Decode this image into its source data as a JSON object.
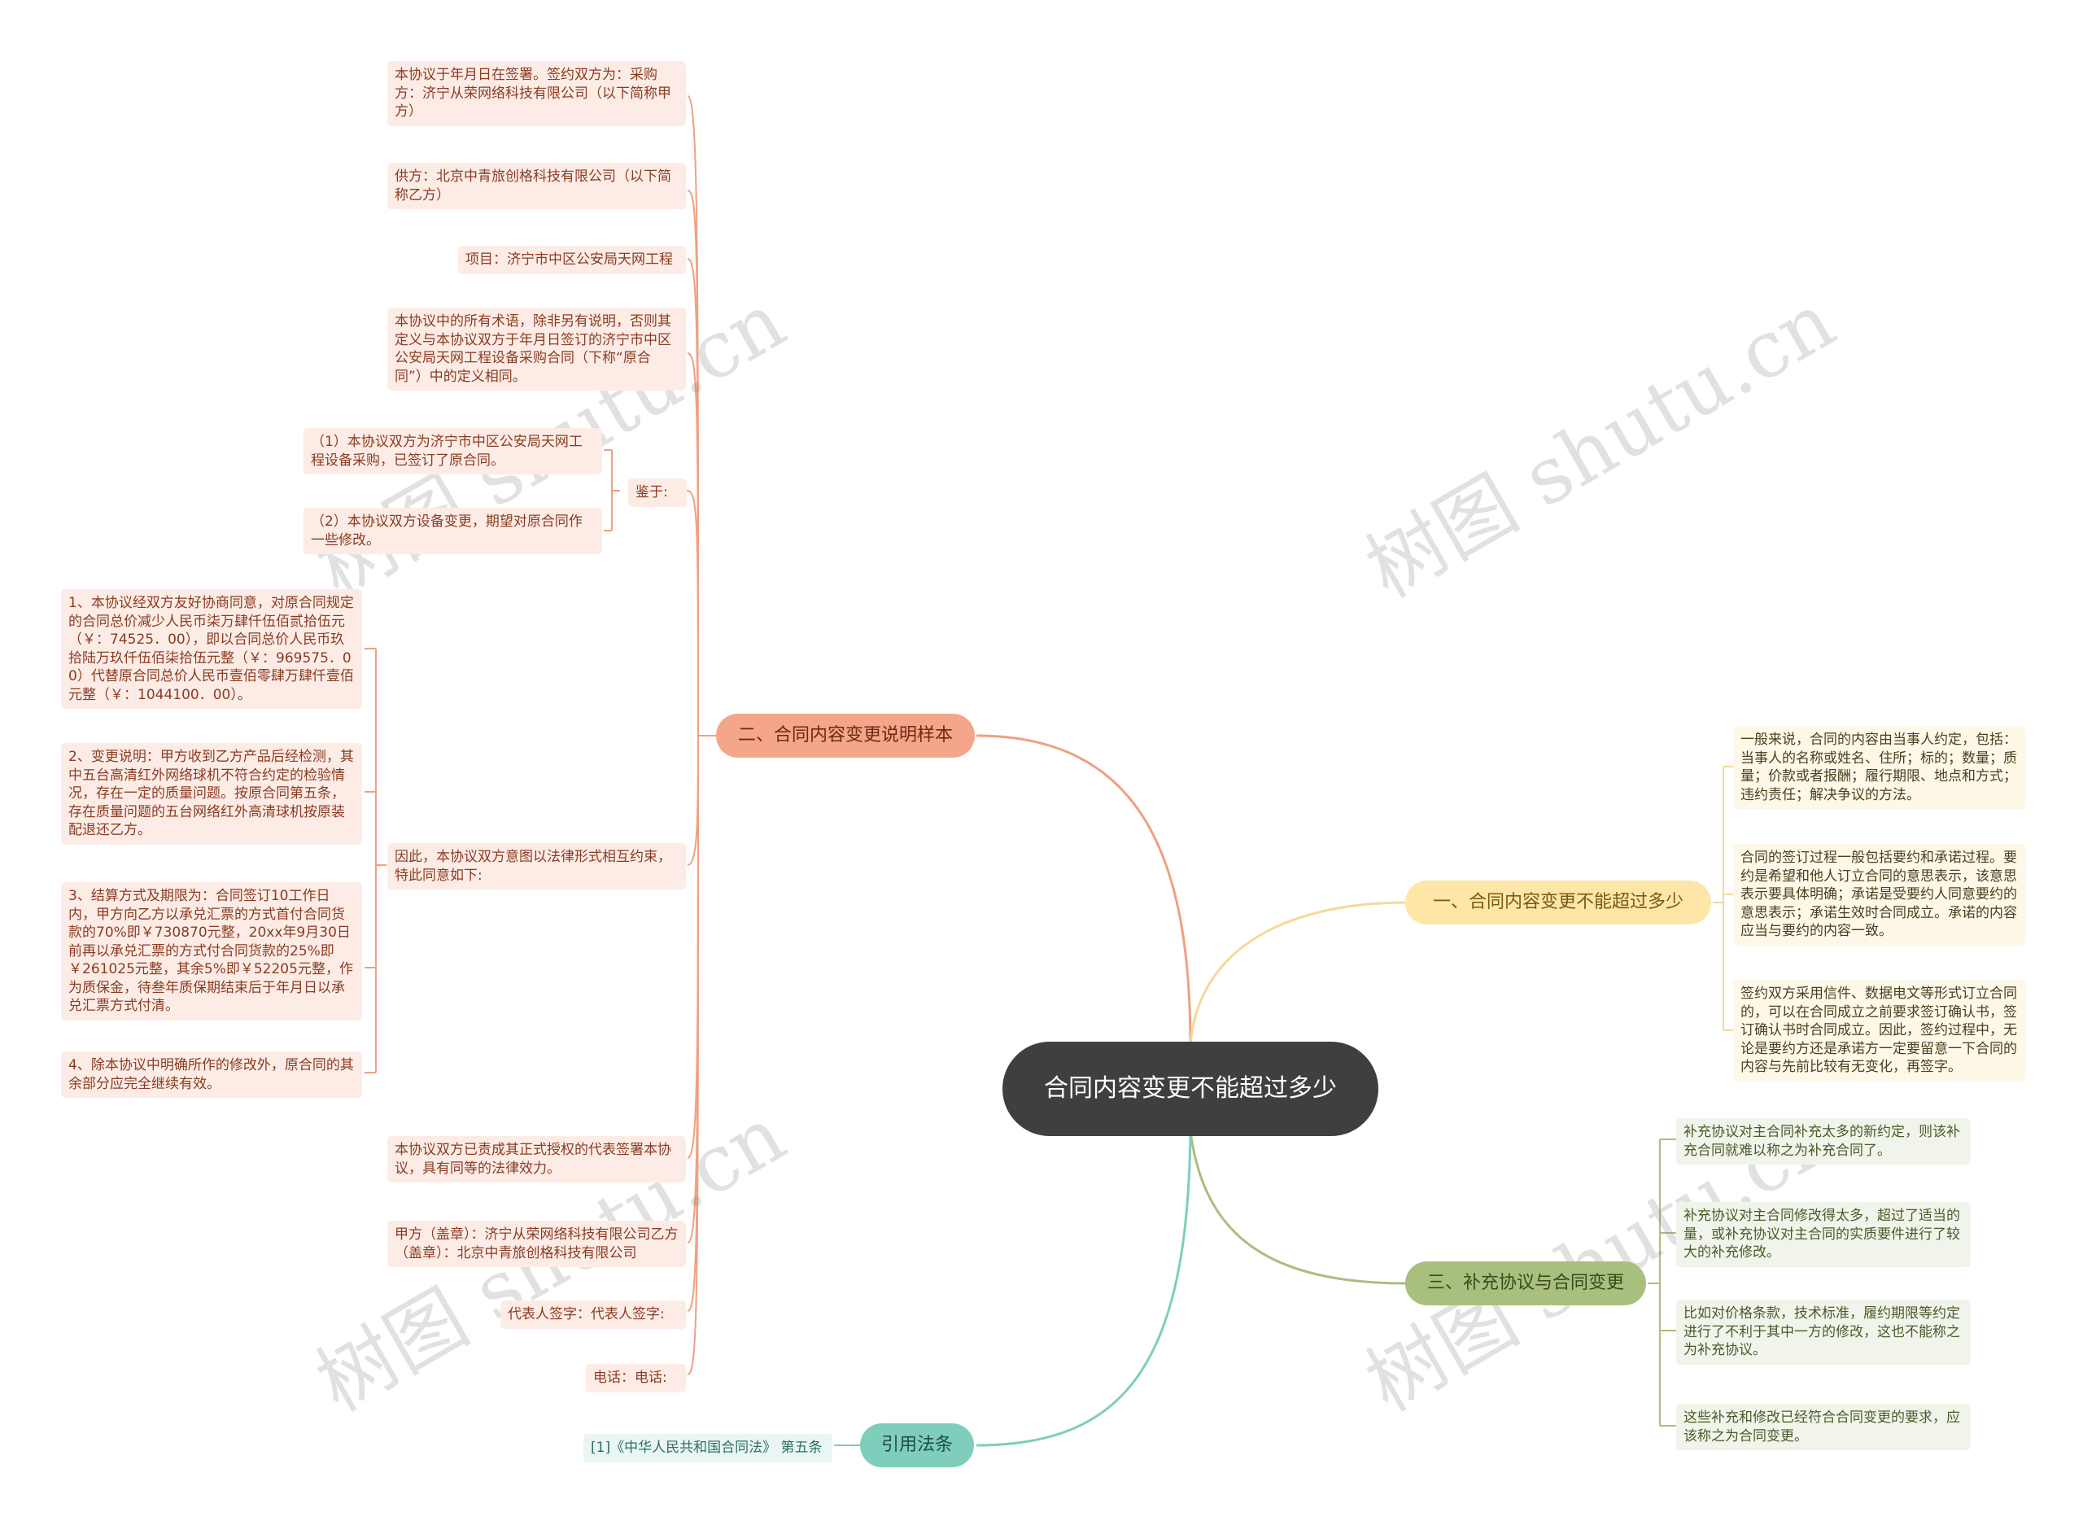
{
  "root": {
    "label": "合同内容变更不能超过多少"
  },
  "branches": {
    "b1": {
      "label": "二、合同内容变更说明样本"
    },
    "b2": {
      "label": "一、合同内容变更不能超过多少"
    },
    "b3": {
      "label": "三、补充协议与合同变更"
    },
    "b4": {
      "label": "引用法条"
    }
  },
  "leaves": {
    "r1": "本协议于年月日在签署。签约双方为：采购方：济宁从荣网络科技有限公司（以下简称甲方）",
    "r2": "供方：北京中青旅创格科技有限公司（以下简称乙方）",
    "r3": "项目：济宁市中区公安局天网工程",
    "r4": "本协议中的所有术语，除非另有说明，否则其定义与本协议双方于年月日签订的济宁市中区公安局天网工程设备采购合同（下称“原合同”）中的定义相同。",
    "r5": "鉴于:",
    "r5a": "（1）本协议双方为济宁市中区公安局天网工程设备采购，已签订了原合同。",
    "r5b": "（2）本协议双方设备变更，期望对原合同作一些修改。",
    "r6": "因此，本协议双方意图以法律形式相互约束，特此同意如下:",
    "r6a": "1、本协议经双方友好协商同意，对原合同规定的合同总价减少人民币柒万肆仟伍佰贰拾伍元（￥：74525．00），即以合同总价人民币玖拾陆万玖仟伍佰柒拾伍元整（￥：969575．00）代替原合同总价人民币壹佰零肆万肆仟壹佰元整（￥：1044100．00）。",
    "r6b": "2、变更说明：甲方收到乙方产品后经检测，其中五台高清红外网络球机不符合约定的检验情况，存在一定的质量问题。按原合同第五条，存在质量问题的五台网络红外高清球机按原装配退还乙方。",
    "r6c": "3、结算方式及期限为：合同签订10工作日内，甲方向乙方以承兑汇票的方式首付合同货款的70%即￥730870元整，20xx年9月30日前再以承兑汇票的方式付合同货款的25%即￥261025元整，其余5%即￥52205元整，作为质保金，待叁年质保期结束后于年月日以承兑汇票方式付清。",
    "r6d": "4、除本协议中明确所作的修改外，原合同的其余部分应完全继续有效。",
    "r7": "本协议双方已责成其正式授权的代表签署本协议，具有同等的法律效力。",
    "r8": "甲方（盖章）：济宁从荣网络科技有限公司乙方（盖章）：北京中青旅创格科技有限公司",
    "r9": "代表人签字：代表人签字:",
    "r10": "电话：电话:",
    "y1": "一般来说，合同的内容由当事人约定，包括：当事人的名称或姓名、住所；标的；数量；质量；价款或者报酬；履行期限、地点和方式；违约责任；解决争议的方法。",
    "y2": "合同的签订过程一般包括要约和承诺过程。要约是希望和他人订立合同的意思表示，该意思表示要具体明确；承诺是受要约人同意要约的意思表示；承诺生效时合同成立。承诺的内容应当与要约的内容一致。",
    "y3": "签约双方采用信件、数据电文等形式订立合同的，可以在合同成立之前要求签订确认书，签订确认书时合同成立。因此，签约过程中，无论是要约方还是承诺方一定要留意一下合同的内容与先前比较有无变化，再签字。",
    "g1": "补充协议对主合同补充太多的新约定，则该补充合同就难以称之为补充合同了。",
    "g2": "补充协议对主合同修改得太多，超过了适当的量，或补充协议对主合同的实质要件进行了较大的补充修改。",
    "g3": "比如对价格条款，技术标准，履约期限等约定进行了不利于其中一方的修改，这也不能称之为补充协议。",
    "g4": "这些补充和修改已经符合合同变更的要求，应该称之为合同变更。",
    "t1": "[1]《中华人民共和国合同法》 第五条"
  },
  "watermark": "树图 shutu.cn",
  "colors": {
    "root": "#3f3f3f",
    "red": "#f5a58a",
    "yellow": "#fde6a8",
    "green": "#a8bf7e",
    "teal": "#7fcdbb"
  }
}
